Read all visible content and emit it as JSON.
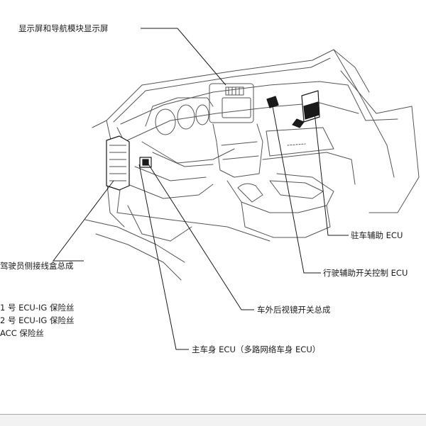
{
  "labels": {
    "display_module": "显示屏和导航模块显示屏",
    "parking_assist_ecu": "驻车辅助 ECU",
    "driving_assist_switch_ecu": "行驶辅助开关控制 ECU",
    "outer_mirror_switch": "车外后视镜开关总成",
    "driver_junction_block": "驾驶员侧接线盒总成",
    "main_body_ecu": "主车身 ECU（多路网络车身 ECU）"
  },
  "fuses": [
    {
      "label": "1 号 ECU-IG 保险丝"
    },
    {
      "label": "2 号 ECU-IG 保险丝"
    },
    {
      "label": "ACC 保险丝"
    }
  ],
  "colors": {
    "line": "#1a1a1a",
    "sketch": "#555555",
    "footer_bg": "#f2f2f2",
    "footer_border": "#a8a8a8"
  }
}
